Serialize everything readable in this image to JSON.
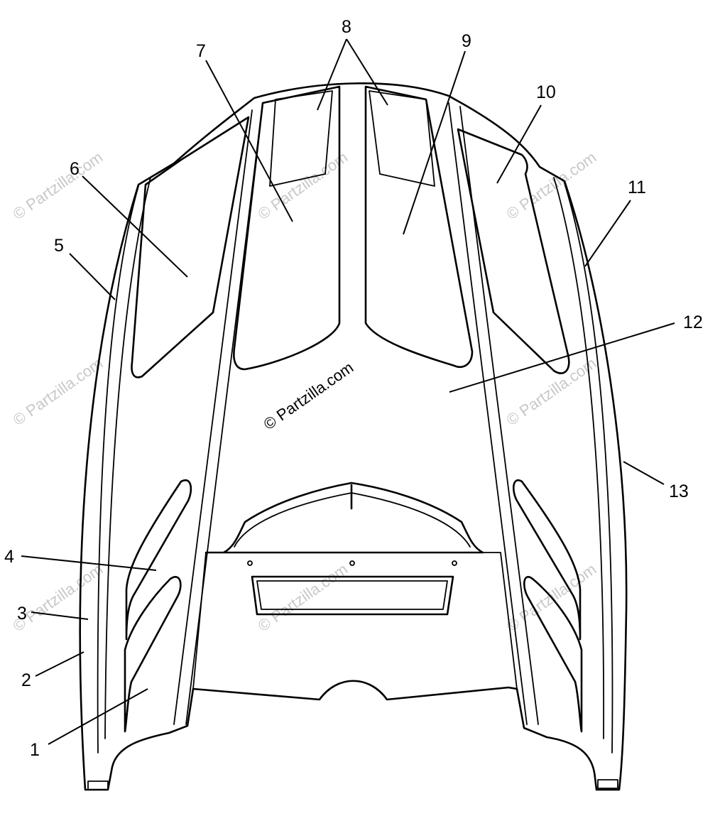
{
  "watermark": {
    "text": "© Partzilla.com"
  },
  "callouts": [
    {
      "id": "1",
      "label": "1"
    },
    {
      "id": "2",
      "label": "2"
    },
    {
      "id": "3",
      "label": "3"
    },
    {
      "id": "4",
      "label": "4"
    },
    {
      "id": "5",
      "label": "5"
    },
    {
      "id": "6",
      "label": "6"
    },
    {
      "id": "7",
      "label": "7"
    },
    {
      "id": "8",
      "label": "8"
    },
    {
      "id": "9",
      "label": "9"
    },
    {
      "id": "10",
      "label": "10"
    },
    {
      "id": "11",
      "label": "11"
    },
    {
      "id": "12",
      "label": "12"
    },
    {
      "id": "13",
      "label": "13"
    }
  ]
}
